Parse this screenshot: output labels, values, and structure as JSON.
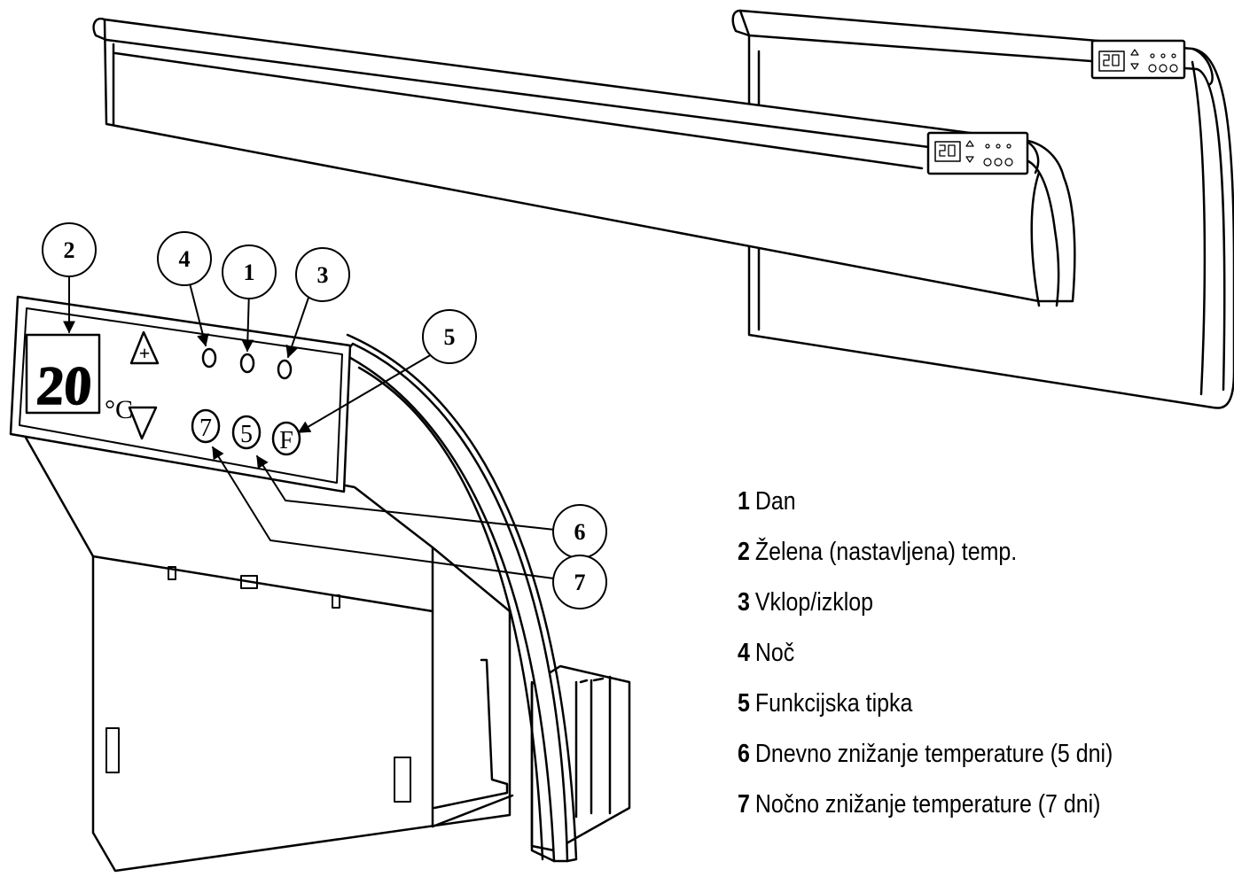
{
  "callouts": [
    {
      "num": "1"
    },
    {
      "num": "2"
    },
    {
      "num": "3"
    },
    {
      "num": "4"
    },
    {
      "num": "5"
    },
    {
      "num": "6"
    },
    {
      "num": "7"
    }
  ],
  "display": {
    "value": "20",
    "unit": "°C"
  },
  "buttons": {
    "seven": "7",
    "five": "5",
    "function": "F",
    "up": "+"
  },
  "legend": [
    {
      "num": "1",
      "text": "Dan"
    },
    {
      "num": "2",
      "text": "Želena (nastavljena) temp."
    },
    {
      "num": "3",
      "text": "Vklop/izklop"
    },
    {
      "num": "4",
      "text": "Noč"
    },
    {
      "num": "5",
      "text": "Funkcijska tipka"
    },
    {
      "num": "6",
      "text": "Dnevno znižanje temperature (5 dni)"
    },
    {
      "num": "7",
      "text": "Nočno znižanje temperature (7 dni)"
    }
  ],
  "colors": {
    "line": "#000000",
    "background": "#ffffff"
  }
}
